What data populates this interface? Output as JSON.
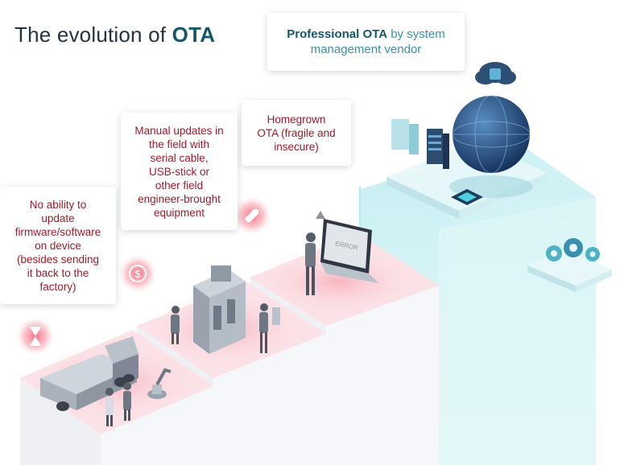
{
  "header": {
    "title_prefix": "The evolution of ",
    "title_bold": "OTA"
  },
  "stages": [
    {
      "id": "no-update",
      "lines": [
        "No ability to",
        "update",
        "firmware/software",
        "on device",
        "(besides sending",
        "it back to the",
        "factory)"
      ],
      "icon": "hourglass-icon"
    },
    {
      "id": "manual",
      "lines": [
        "Manual updates in",
        "the field with",
        "serial cable,",
        "USB-stick or",
        "other field",
        "engineer-brought",
        "equipment"
      ],
      "icon": "dollar-cycle-icon"
    },
    {
      "id": "homegrown",
      "lines": [
        "Homegrown",
        "OTA (fragile and",
        "insecure)"
      ],
      "icon": "bandage-icon"
    },
    {
      "id": "professional",
      "bold": "Professional OTA",
      "rest_line1": " by system",
      "line2": "management vendor",
      "icon": "cloud-globe-icon"
    }
  ],
  "screen_label": "ERROR",
  "colors": {
    "title": "#1f3340",
    "accent_dark": "#14566a",
    "accent_light": "#3a8fae",
    "stage_text": "#9c1b2a",
    "warning_glow": "#f05a6e",
    "pillar_teal": "#c9eef0",
    "pillar_gray": "#eef1f5"
  }
}
